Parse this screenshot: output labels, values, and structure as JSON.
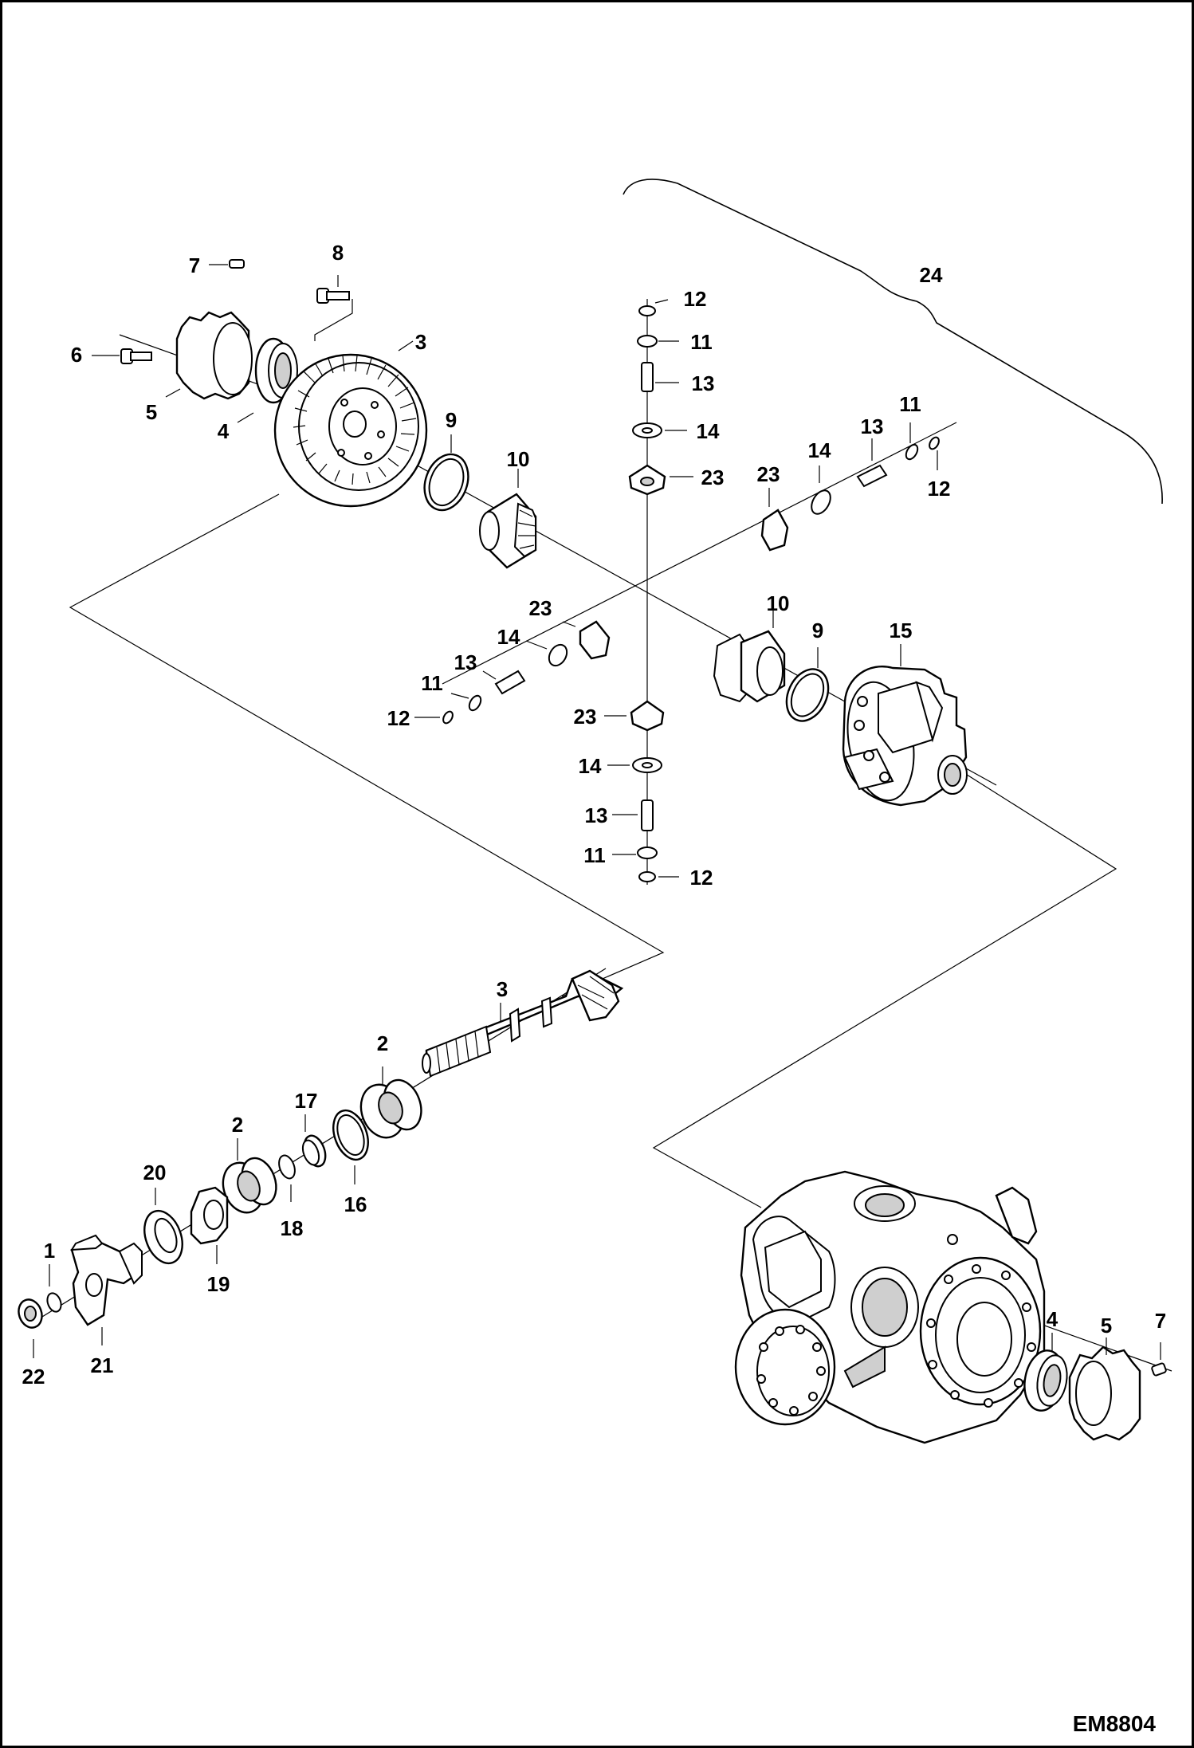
{
  "diagram": {
    "code": "EM8804",
    "assembly_label": "24",
    "callouts": {
      "c7a": "7",
      "c8": "8",
      "c3a": "3",
      "c6": "6",
      "c5a": "5",
      "c4a": "4",
      "c9a": "9",
      "c10a": "10",
      "c12a": "12",
      "c11a": "11",
      "c13a": "13",
      "c14a": "14",
      "c23a": "23",
      "c11b": "11",
      "c13b": "13",
      "c14b": "14",
      "c23b": "23",
      "c12b": "12",
      "c23c": "23",
      "c14c": "14",
      "c13c": "13",
      "c11c": "11",
      "c12c": "12",
      "c10b": "10",
      "c9b": "9",
      "c15": "15",
      "c23d": "23",
      "c14d": "14",
      "c13d": "13",
      "c11d": "11",
      "c12d": "12",
      "c3b": "3",
      "c2a": "2",
      "c17": "17",
      "c2b": "2",
      "c20": "20",
      "c18": "18",
      "c16": "16",
      "c19": "19",
      "c1": "1",
      "c22": "22",
      "c21": "21",
      "c4b": "4",
      "c5b": "5",
      "c7b": "7"
    }
  }
}
